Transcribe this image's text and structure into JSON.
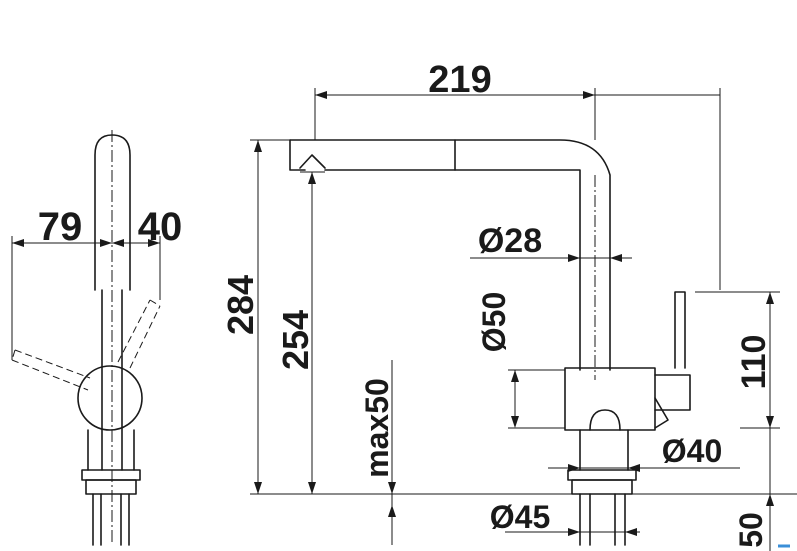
{
  "dimensions": {
    "width_total": "219",
    "height_total": "284",
    "height_spout": "254",
    "max_thickness": "max50",
    "diam_spout": "Ø28",
    "diam_body": "Ø50",
    "diam_lever": "Ø40",
    "diam_base": "Ø45",
    "height_lever": "110",
    "side_left": "79",
    "side_right": "40",
    "bottom_right_partial": "50"
  },
  "colors": {
    "ink": "#1a1a1a",
    "background": "#ffffff",
    "accent_corner": "#3a8fd8"
  }
}
